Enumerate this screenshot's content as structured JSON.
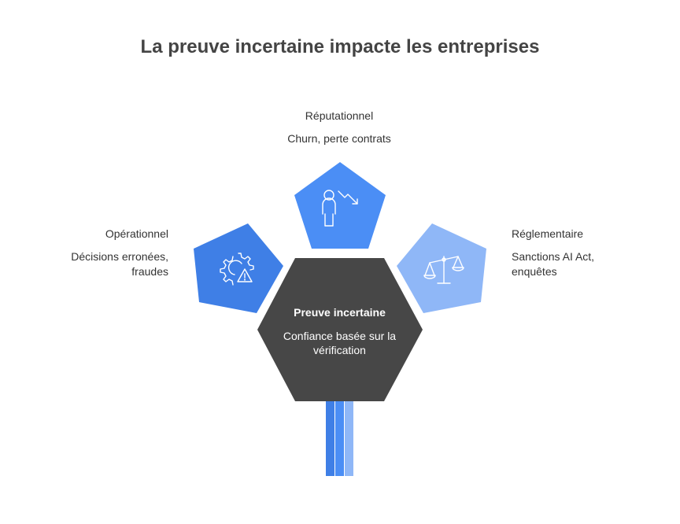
{
  "title": "La preuve incertaine impacte les entreprises",
  "center": {
    "heading": "Preuve incertaine",
    "description": "Confiance basée sur la vérification"
  },
  "branches": {
    "top": {
      "heading": "Réputationnel",
      "description": "Churn, perte contrats",
      "icon": "person-declining-chart-icon",
      "color": "#4b8ef5"
    },
    "left": {
      "heading": "Opérationnel",
      "description": "Décisions erronées, fraudes",
      "icon": "gear-warning-icon",
      "color": "#3f7fe6"
    },
    "right": {
      "heading": "Réglementaire",
      "description": "Sanctions AI Act, enquêtes",
      "icon": "scales-icon",
      "color": "#8fb7f7"
    }
  },
  "colors": {
    "center_fill": "#474747",
    "stem_dark": "#3f7fe6",
    "stem_mid": "#4b8ef5",
    "stem_light": "#8fb7f7"
  }
}
